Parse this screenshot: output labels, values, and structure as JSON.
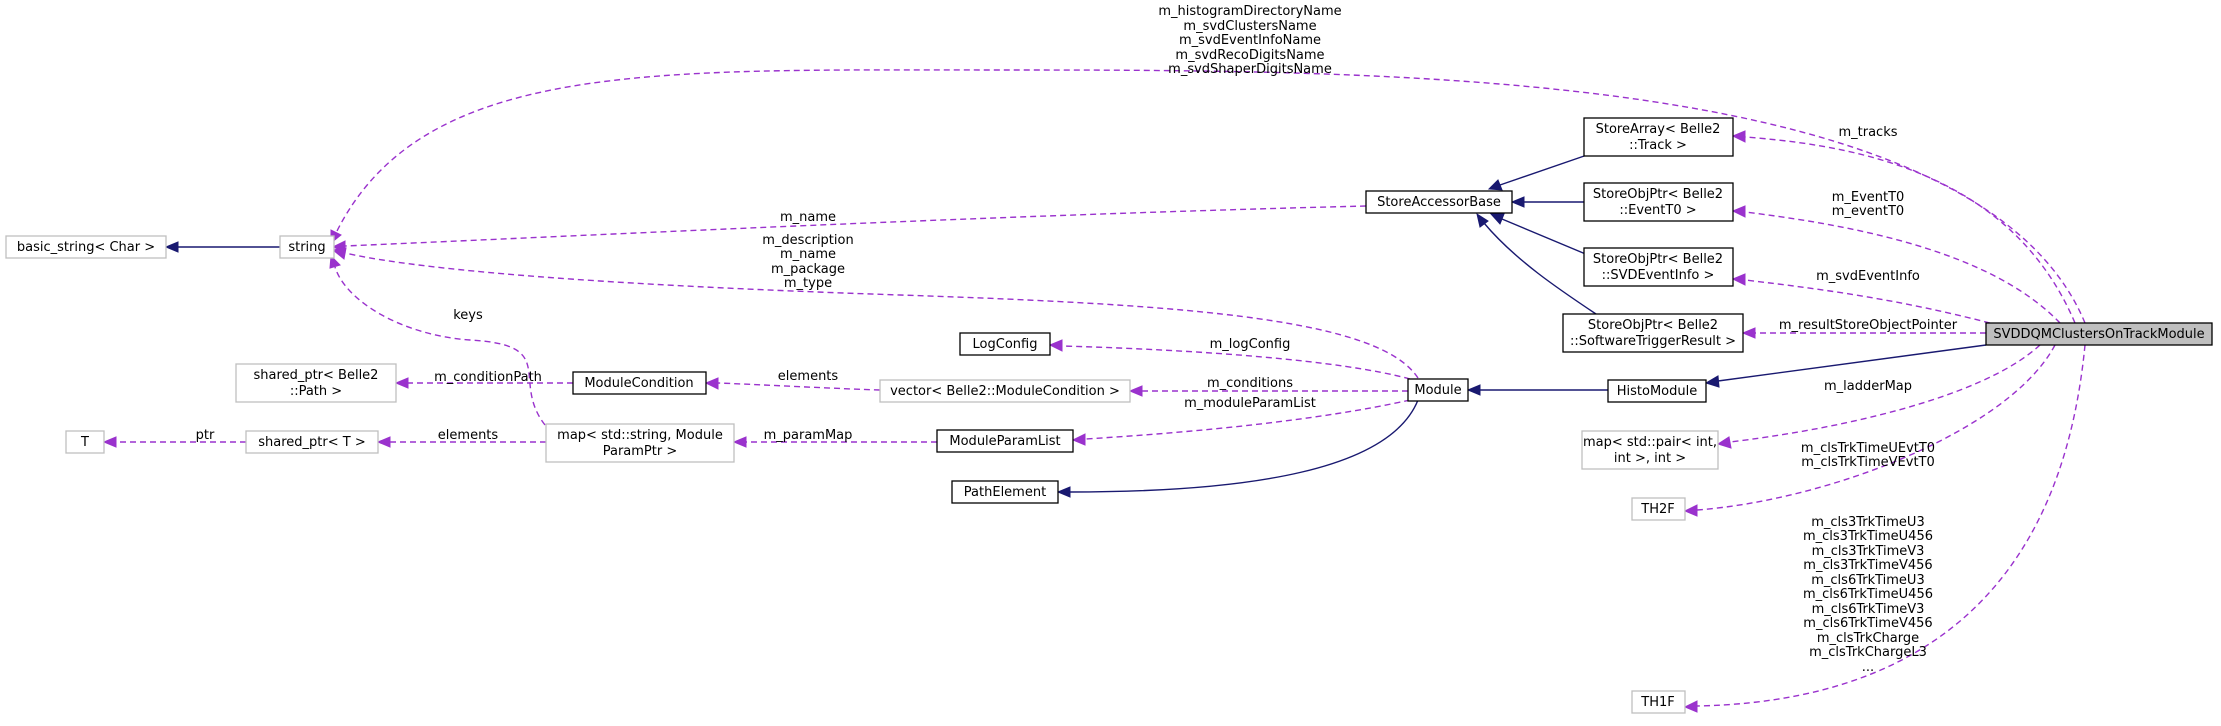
{
  "nodes": {
    "svddqm": "SVDDQMClustersOnTrackModule",
    "histomodule": "HistoModule",
    "module": "Module",
    "pathelement": "PathElement",
    "storeaccessorbase": "StoreAccessorBase",
    "storearray_track": [
      "StoreArray< Belle2",
      "::Track >"
    ],
    "storeobjptr_eventt0": [
      "StoreObjPtr< Belle2",
      "::EventT0 >"
    ],
    "storeobjptr_svdeventinfo": [
      "StoreObjPtr< Belle2",
      "::SVDEventInfo >"
    ],
    "storeobjptr_softwaretrigger": [
      "StoreObjPtr< Belle2",
      "::SoftwareTriggerResult >"
    ],
    "string": "string",
    "basic_string": "basic_string< Char >",
    "logconfig": "LogConfig",
    "vector_modulecondition": "vector< Belle2::ModuleCondition >",
    "modulecondition": "ModuleCondition",
    "shared_ptr_path": [
      "shared_ptr< Belle2",
      "::Path >"
    ],
    "moduleparamlist": "ModuleParamList",
    "map_moduleparamptr": [
      "map< std::string, Module",
      "ParamPtr >"
    ],
    "shared_ptr_t": "shared_ptr< T >",
    "t": "T",
    "map_pair": [
      "map< std::pair< int,",
      "int >, int >"
    ],
    "th2f": "TH2F",
    "th1f": "TH1F"
  },
  "edge_labels": {
    "string_members": [
      "m_histogramDirectoryName",
      "m_svdClustersName",
      "m_svdEventInfoName",
      "m_svdRecoDigitsName",
      "m_svdShaperDigitsName"
    ],
    "m_tracks": "m_tracks",
    "eventt0": [
      "m_EventT0",
      "m_eventT0"
    ],
    "m_svdEventInfo": "m_svdEventInfo",
    "m_resultStoreObjectPointer": "m_resultStoreObjectPointer",
    "m_ladderMap": "m_ladderMap",
    "th2f_members": [
      "m_clsTrkTimeUEvtT0",
      "m_clsTrkTimeVEvtT0"
    ],
    "th1f_members": [
      "m_cls3TrkTimeU3",
      "m_cls3TrkTimeU456",
      "m_cls3TrkTimeV3",
      "m_cls3TrkTimeV456",
      "m_cls6TrkTimeU3",
      "m_cls6TrkTimeU456",
      "m_cls6TrkTimeV3",
      "m_cls6TrkTimeV456",
      "m_clsTrkCharge",
      "m_clsTrkChargeL3",
      "..."
    ],
    "m_name": "m_name",
    "module_strings": [
      "m_description",
      "m_name",
      "m_package",
      "m_type"
    ],
    "m_logConfig": "m_logConfig",
    "m_conditions": "m_conditions",
    "m_moduleParamList": "m_moduleParamList",
    "elements_cond": "elements",
    "m_conditionPath": "m_conditionPath",
    "m_paramMap": "m_paramMap",
    "elements_map": "elements",
    "ptr": "ptr",
    "keys": "keys"
  },
  "colors": {
    "inheritance": "#191970",
    "usage": "#9a32cd",
    "focus_fill": "#bfbfbf"
  }
}
